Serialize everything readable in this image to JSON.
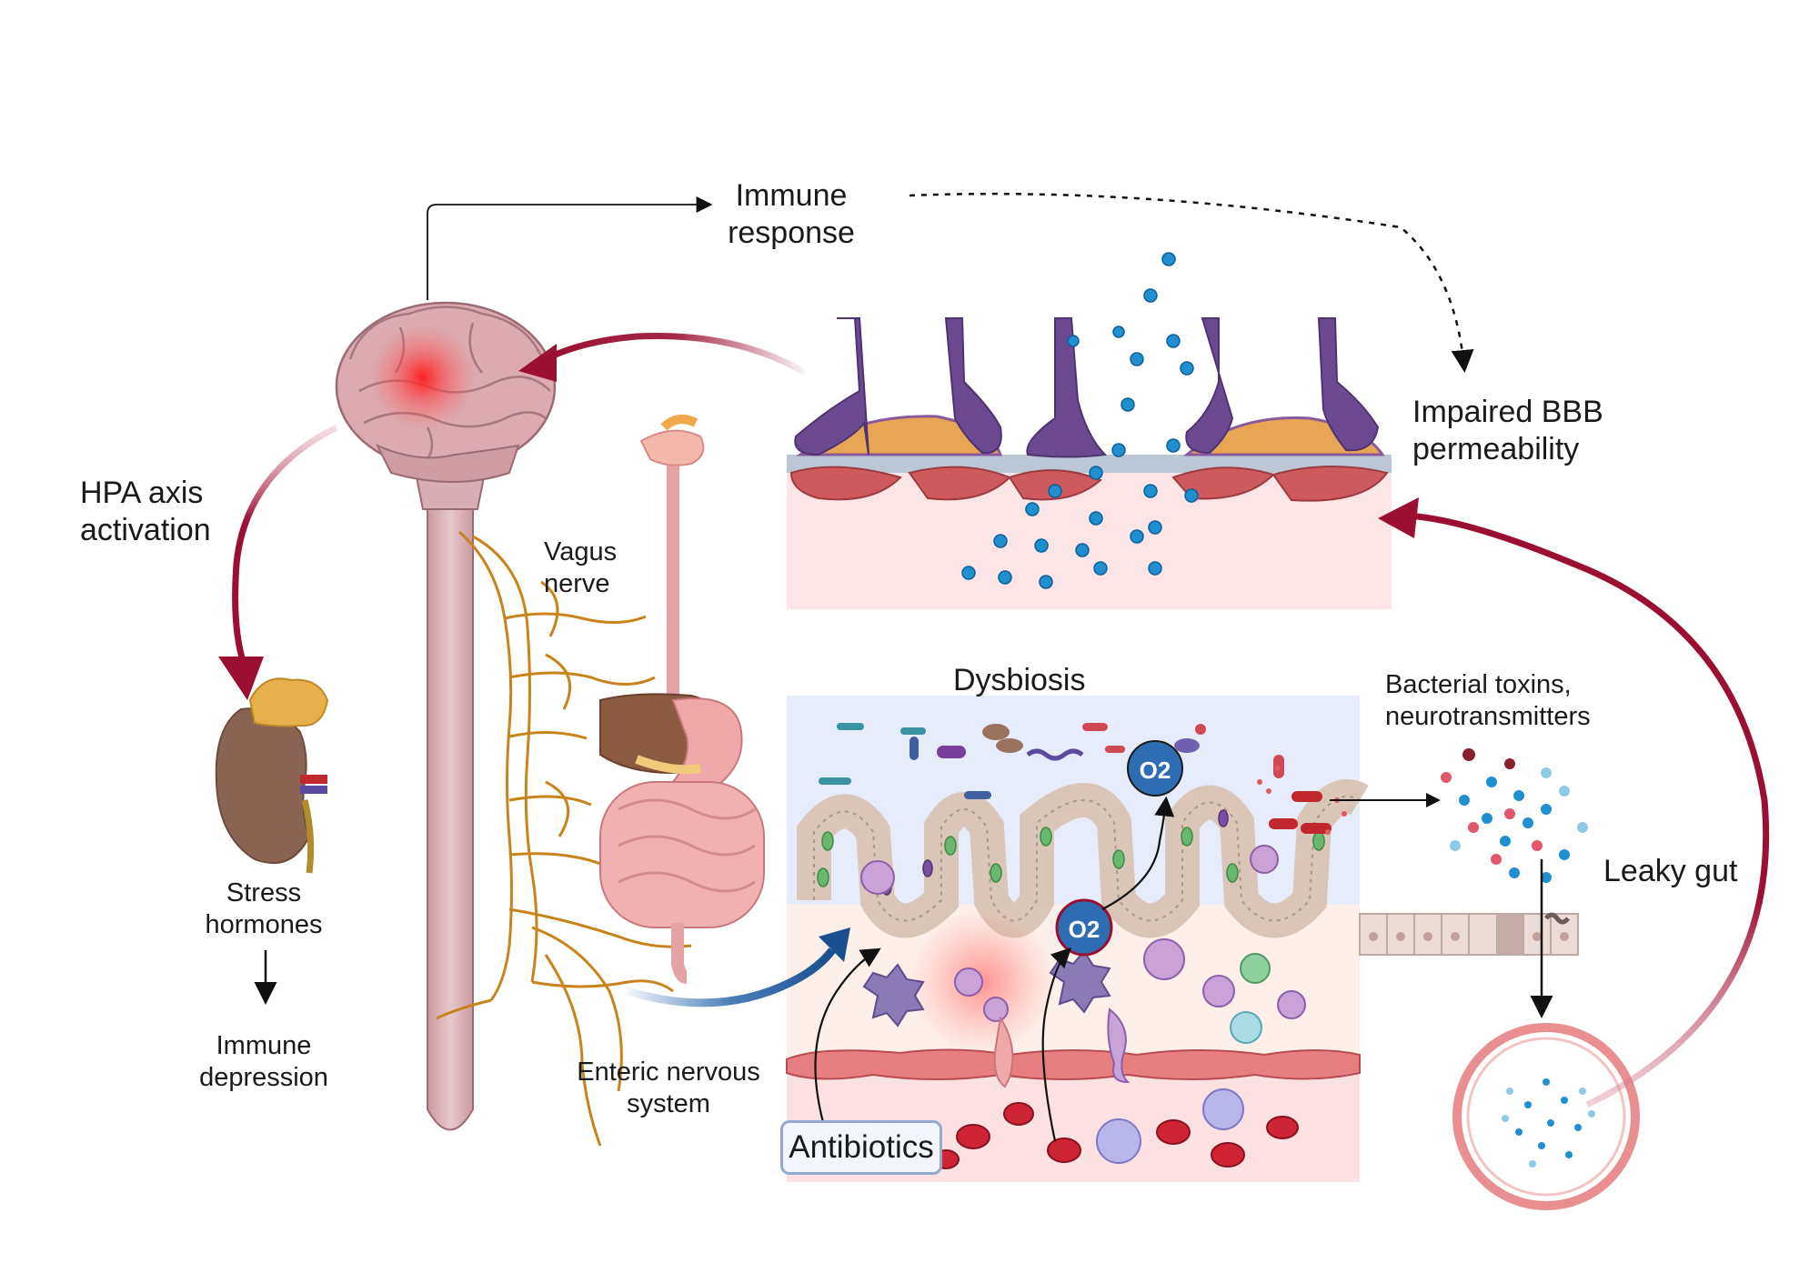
{
  "labels": {
    "immune_response": [
      "Immune",
      "response"
    ],
    "impaired_bbb": [
      "Impaired BBB",
      "permeability"
    ],
    "hpa_axis": [
      "HPA axis",
      "activation"
    ],
    "vagus_nerve": [
      "Vagus",
      "nerve"
    ],
    "stress_hormones": [
      "Stress",
      "hormones"
    ],
    "immune_depression": [
      "Immune",
      "depression"
    ],
    "dysbiosis": "Dysbiosis",
    "bacterial_toxins": [
      "Bacterial toxins,",
      "neurotransmitters"
    ],
    "leaky_gut": "Leaky gut",
    "enteric_nervous_system": [
      "Enteric nervous",
      "system"
    ],
    "antibiotics": "Antibiotics",
    "o2": "O2"
  },
  "colors": {
    "arrow_red": "#9b0f33",
    "arrow_blue": "#1f5fa8",
    "nerve": "#c8841a",
    "bbb_purple": "#6c4a92",
    "tissue_pink": "#f9e3e3",
    "lumen_blue": "#e7ecfb",
    "o2_badge": "#2f6db3"
  },
  "icons": [
    "brain-icon",
    "spinal-cord-icon",
    "kidney-adrenal-icon",
    "digestive-tract-icon",
    "bbb-vessel-icon",
    "intestinal-wall-icon",
    "blood-vessel-cross-section-icon",
    "bacteria-icon",
    "immune-cell-icon",
    "red-blood-cell-icon"
  ]
}
